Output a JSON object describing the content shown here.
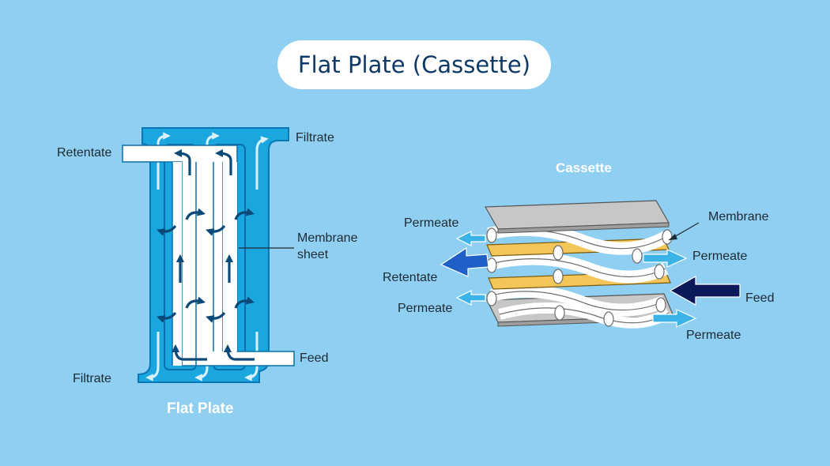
{
  "title": "Flat Plate (Cassette)",
  "flat_plate": {
    "caption": "Flat Plate",
    "labels": {
      "retentate": "Retentate",
      "filtrate_top": "Filtrate",
      "membrane_sheet_1": "Membrane",
      "membrane_sheet_2": "sheet",
      "feed": "Feed",
      "filtrate_bottom": "Filtrate"
    }
  },
  "cassette": {
    "caption": "Cassette",
    "labels": {
      "membrane": "Membrane",
      "permeate_top_left": "Permeate",
      "permeate_top_right": "Permeate",
      "retentate": "Retentate",
      "feed": "Feed",
      "permeate_bottom_left": "Permeate",
      "permeate_bottom_right": "Permeate"
    }
  },
  "colors": {
    "background": "#8ecff2",
    "title_text": "#0d3a66",
    "plate_blue": "#1aa7e0",
    "flow_arrow": "#0b4a78",
    "membrane_gold": "#f3c65a",
    "cassette_plate": "#c9c9c9",
    "retentate_arrow": "#1f5fc8",
    "feed_arrow": "#0c1a5c",
    "permeate_arrow": "#3bb3e6"
  }
}
